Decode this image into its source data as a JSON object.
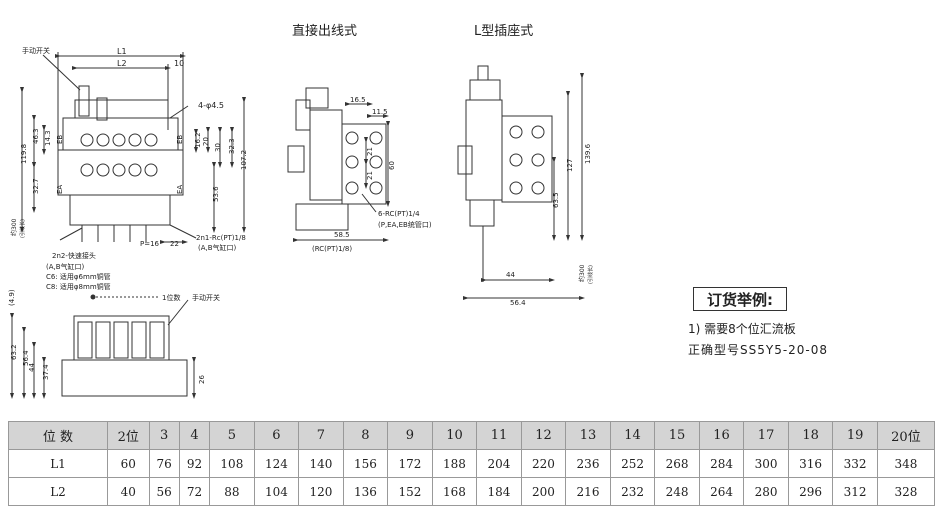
{
  "titles": {
    "direct": "直接出线式",
    "lplug": "L型插座式"
  },
  "labels": {
    "manual_switch": "手动开关",
    "manual_switch2": "手动开关",
    "one_pos": "1位数",
    "eb": "EB",
    "ea": "EA",
    "mount_holes": "4-φ4.5",
    "fitting_main": "2n2-快速接头",
    "fitting_sub": "(A,B气缸口)",
    "c6": "C6: 适用φ6mm铜管",
    "c8": "C8: 适用φ8mm铜管",
    "port_rc": "2n1-Rc(PT)1/8",
    "port_rc_sub": "(A,B气缸口)",
    "pitch": "P=16",
    "six_rc": "6-RC(PT)1/4",
    "six_rc_sub": "(P,EA,EB统管口)",
    "rc_bottom": "(RC(PT)1/8)",
    "lead300_l": "约300",
    "lead300_r": "约300",
    "lead_note": "(引线长)"
  },
  "dims": {
    "L1": "L1",
    "L2": "L2",
    "d10": "10",
    "d119_8": "119.8",
    "d46_3": "46.3",
    "d14_3": "14.3",
    "d32_7": "32.7",
    "d16_2": "16.2",
    "d20": "20",
    "d30": "30",
    "d32_3": "32.3",
    "d107_2": "107.2",
    "d53_6": "53.6",
    "d22": "22",
    "d16_5": "16.5",
    "d11_5": "11.5",
    "d21a": "21",
    "d60": "60",
    "d21b": "21",
    "d58_5": "58.5",
    "d139_6": "139.6",
    "d127": "127",
    "d63_5": "63.5",
    "d44": "44",
    "d56_4": "56.4",
    "d4_9": "(4.9)",
    "d63_2": "63.2",
    "d56_4b": "56.4",
    "d44b": "44",
    "d37_4": "37.4",
    "d26": "26"
  },
  "order": {
    "title": "订货举例:",
    "line1": "1) 需要8个位汇流板",
    "line2": "正确型号SS5Y5-20-08"
  },
  "table": {
    "header": [
      "位 数",
      "2位",
      "3",
      "4",
      "5",
      "6",
      "7",
      "8",
      "9",
      "10",
      "11",
      "12",
      "13",
      "14",
      "15",
      "16",
      "17",
      "18",
      "19",
      "20位"
    ],
    "rows": [
      [
        "L1",
        "60",
        "76",
        "92",
        "108",
        "124",
        "140",
        "156",
        "172",
        "188",
        "204",
        "220",
        "236",
        "252",
        "268",
        "284",
        "300",
        "316",
        "332",
        "348"
      ],
      [
        "L2",
        "40",
        "56",
        "72",
        "88",
        "104",
        "120",
        "136",
        "152",
        "168",
        "184",
        "200",
        "216",
        "232",
        "248",
        "264",
        "280",
        "296",
        "312",
        "328"
      ]
    ]
  }
}
